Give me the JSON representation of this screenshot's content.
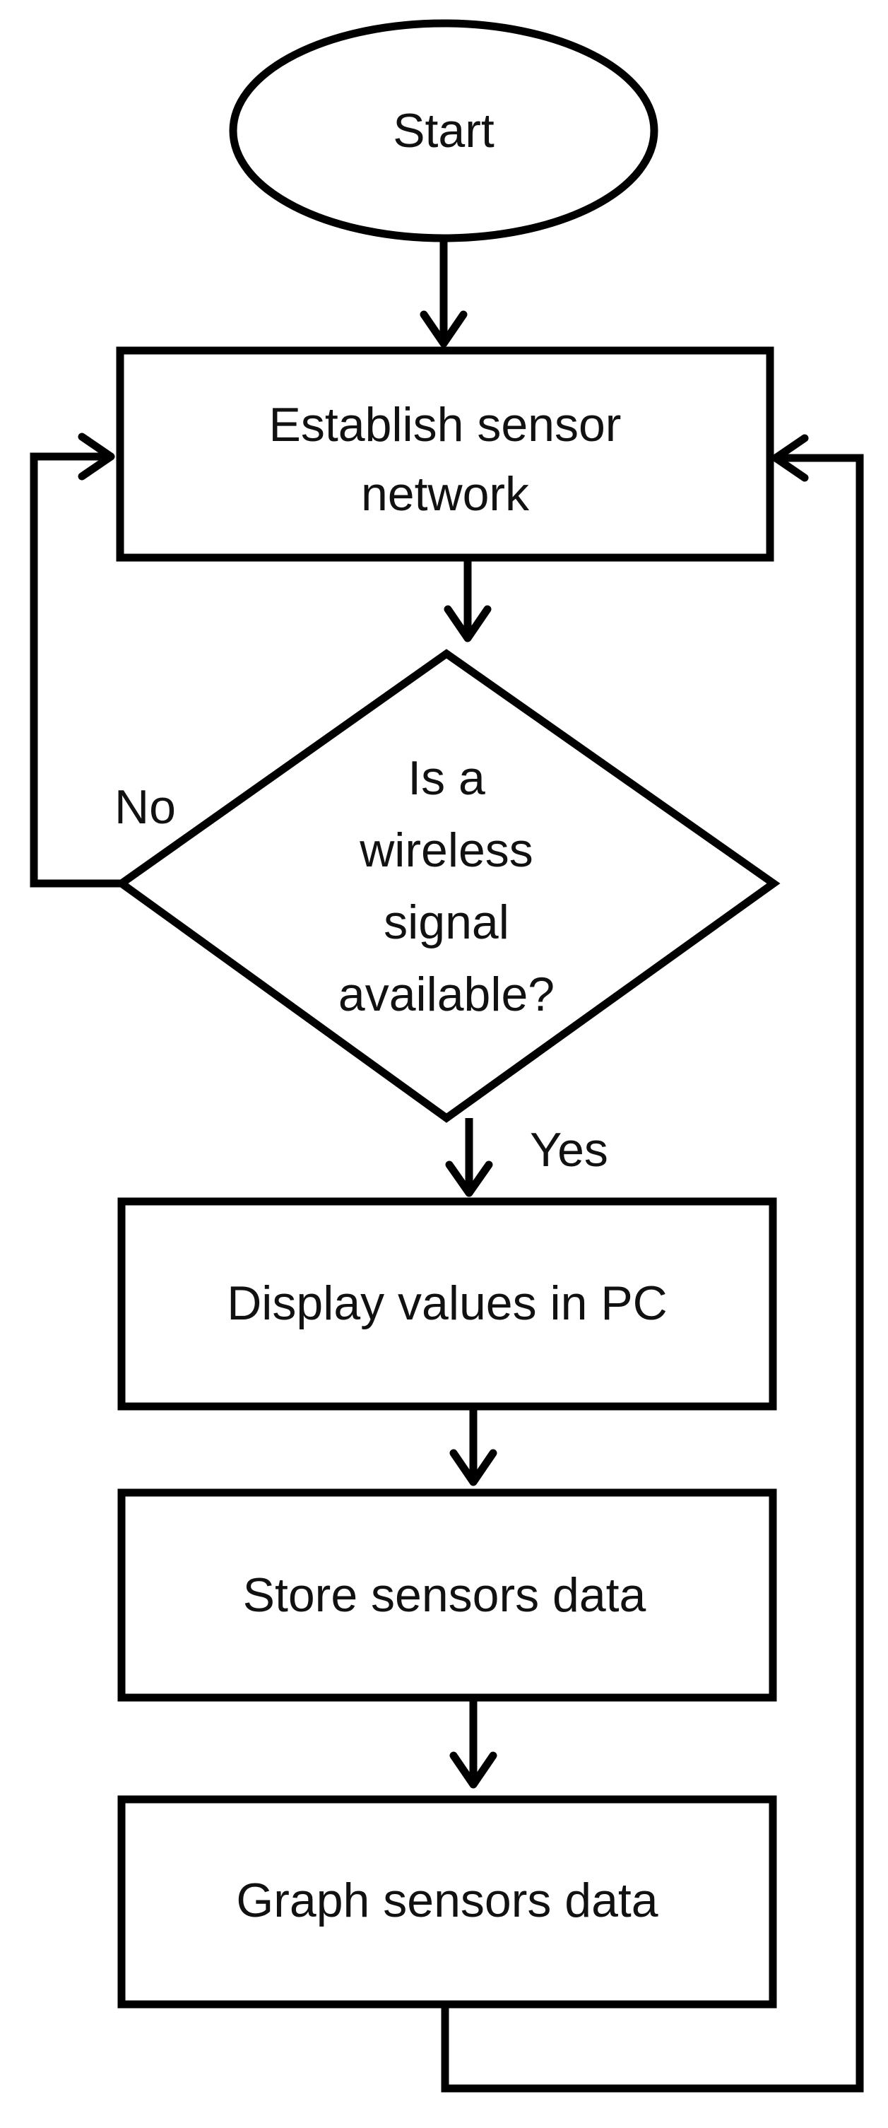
{
  "nodes": {
    "start": "Start",
    "establish_line1": "Establish sensor",
    "establish_line2": "network",
    "decision_line1": "Is a",
    "decision_line2": "wireless",
    "decision_line3": "signal",
    "decision_line4": "available?",
    "display": "Display values in PC",
    "store": "Store sensors data",
    "graph": "Graph sensors data"
  },
  "edges": {
    "no_label": "No",
    "yes_label": "Yes"
  }
}
